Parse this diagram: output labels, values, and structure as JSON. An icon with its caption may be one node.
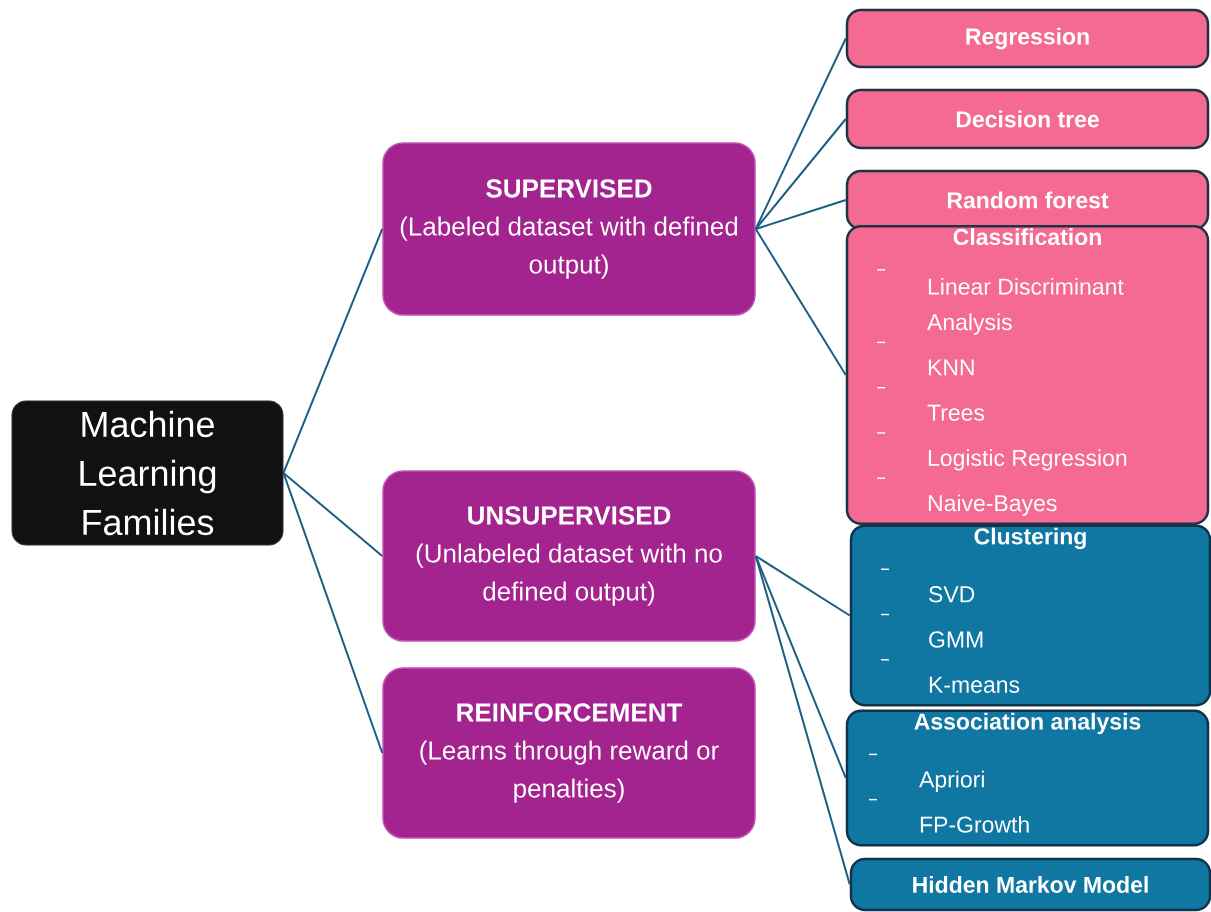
{
  "diagram": {
    "nodes": [
      {
        "text": [
          "Machine Learning Families"
        ]
      },
      {
        "text": [
          "SUPERVISED",
          "(Labeled dataset with defined output)"
        ]
      },
      {
        "text": [
          "UNSUPERVISED",
          "(Unlabeled dataset with no defined output)"
        ]
      },
      {
        "text": [
          "REINFORCEMENT",
          "(Learns through reward or penalties)"
        ]
      },
      {
        "text": [
          "Regression"
        ]
      },
      {
        "text": [
          "Decision tree"
        ]
      },
      {
        "text": [
          "Random forest"
        ]
      },
      {
        "text": [
          "Classification",
          "Linear Discriminant Analysis",
          "KNN",
          "Trees",
          "Logistic Regression",
          "Naive-Bayes"
        ]
      },
      {
        "text": [
          "Clustering",
          "SVD",
          "GMM",
          "K-means"
        ]
      },
      {
        "text": [
          "Association analysis",
          "Apriori",
          "FP-Growth"
        ]
      },
      {
        "text": [
          "Hidden Markov Model"
        ]
      }
    ],
    "edges": [
      {
        "from": 0,
        "to": 1,
        "arrow": "none"
      },
      {
        "from": 0,
        "to": 2,
        "arrow": "none"
      },
      {
        "from": 0,
        "to": 3,
        "arrow": "none"
      },
      {
        "from": 1,
        "to": 4,
        "arrow": "none"
      },
      {
        "from": 1,
        "to": 5,
        "arrow": "none"
      },
      {
        "from": 1,
        "to": 6,
        "arrow": "none"
      },
      {
        "from": 1,
        "to": 7,
        "arrow": "none"
      },
      {
        "from": 2,
        "to": 8,
        "arrow": "none"
      },
      {
        "from": 2,
        "to": 9,
        "arrow": "none"
      },
      {
        "from": 2,
        "to": 10,
        "arrow": "none"
      }
    ]
  }
}
